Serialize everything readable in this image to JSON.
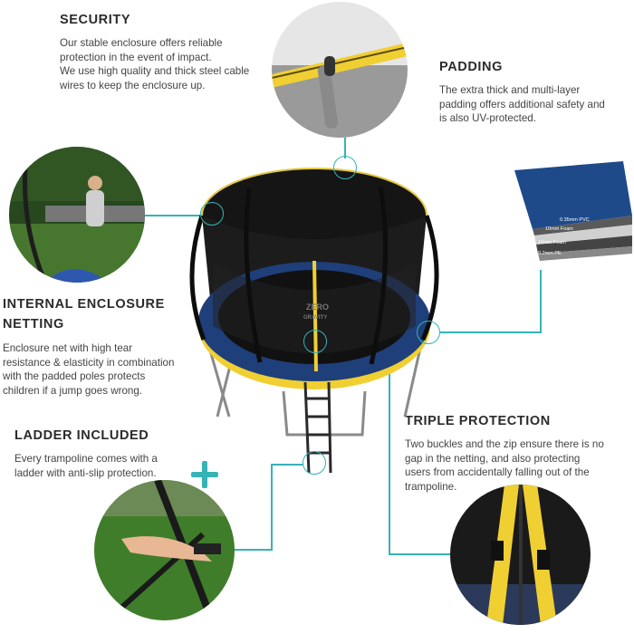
{
  "security": {
    "title": "SECURITY",
    "lines": [
      "Our stable enclosure offers reliable",
      "protection in the event of impact.",
      "We use high quality and thick steel cable",
      "wires to keep the enclosure up."
    ]
  },
  "padding": {
    "title": "PADDING",
    "lines": [
      "The extra thick and multi-layer",
      "padding offers additional safety and",
      "is also UV-protected."
    ],
    "layers": [
      "0.35mm PVC",
      "10mm Foam",
      "10mm Foam",
      "0.2mm PE"
    ]
  },
  "netting": {
    "title_lines": [
      "INTERNAL ENCLOSURE",
      "NETTING"
    ],
    "lines": [
      "Enclosure net with high tear",
      "resistance & elasticity in combination",
      "with the padded poles protects",
      "children if a jump goes wrong."
    ]
  },
  "ladder": {
    "title": "LADDER INCLUDED",
    "lines": [
      "Every trampoline comes with a",
      "ladder with anti-slip protection."
    ]
  },
  "triple": {
    "title": "TRIPLE PROTECTION",
    "lines": [
      "Two buckles and the zip ensure there is no",
      "gap in the netting, and also protecting",
      "users from accidentally falling out of the",
      "trampoline."
    ]
  },
  "brand": {
    "logo_top": "ZERO",
    "logo_bottom": "GRAVITY"
  },
  "colors": {
    "accent": "#36b3b8",
    "pad_blue": "#1f3f7a",
    "pad_yellow": "#f2d12e"
  }
}
